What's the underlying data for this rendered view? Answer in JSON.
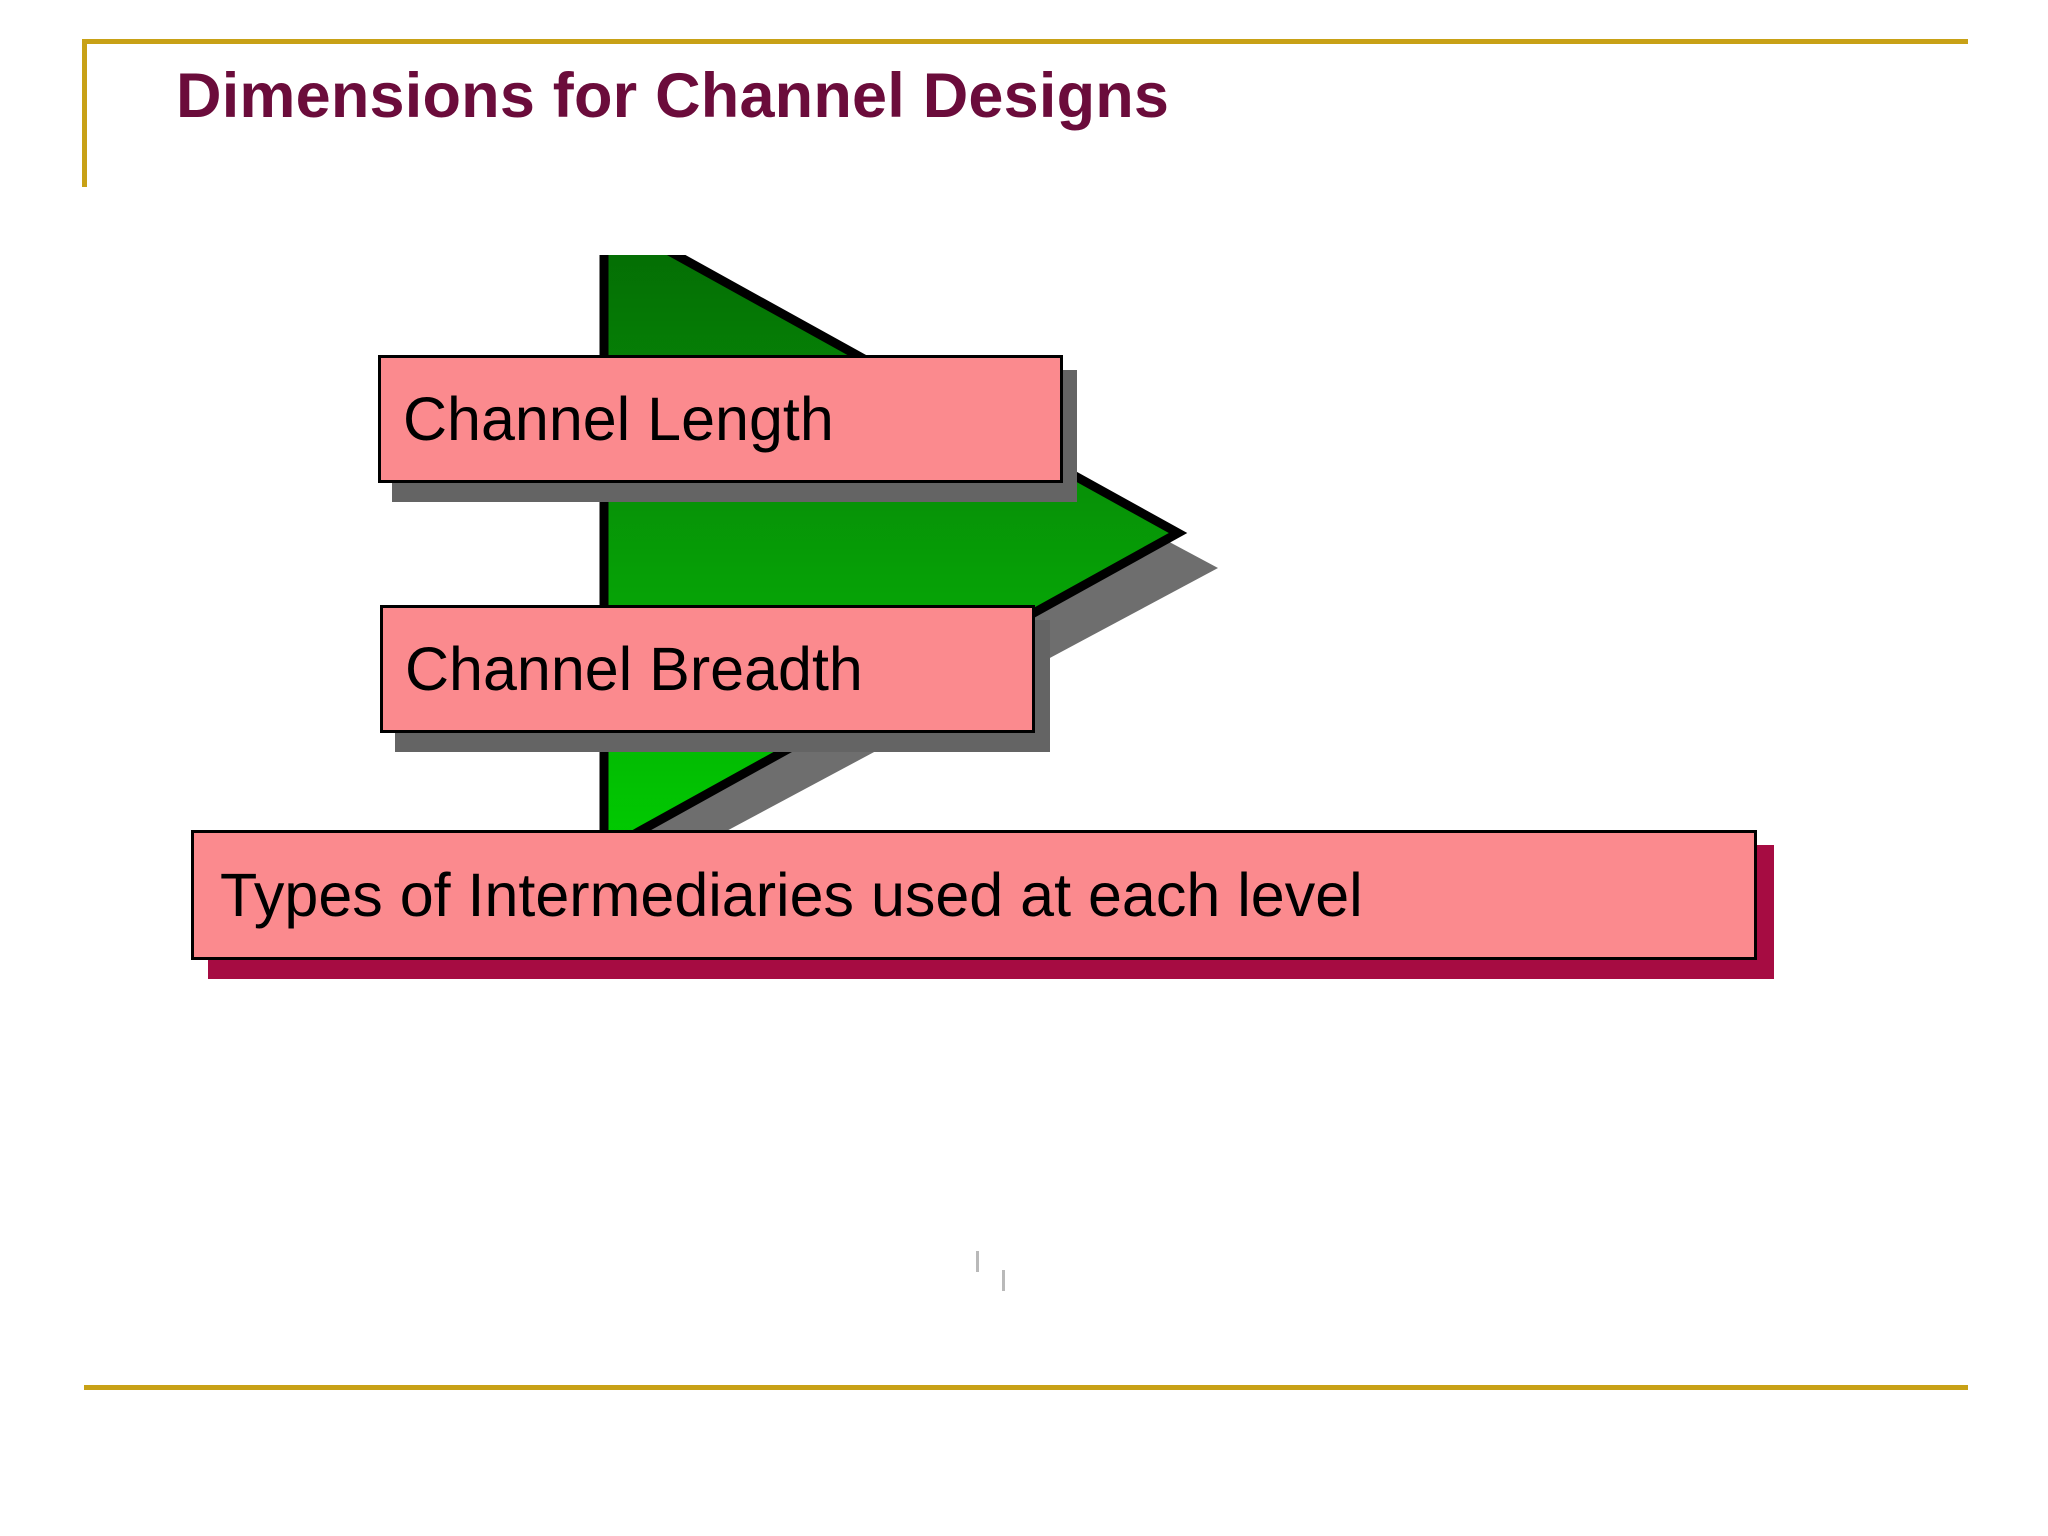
{
  "slide": {
    "title": "Dimensions for Channel Designs",
    "background_color": "#ffffff",
    "title_color": "#6b0c3b",
    "rule_color": "#c8a116"
  },
  "diagram": {
    "type": "right-pointing-arrow with three labelled callout bars",
    "arrow": {
      "name": "green-right-arrow",
      "fill_top_color": "#067806",
      "fill_bottom_color": "#00c400",
      "outline_color": "#000000",
      "shadow_color": "#6e6e6e"
    },
    "callouts": [
      {
        "id": "channel-length",
        "label": "Channel Length",
        "fill_color": "#fb8a8e",
        "border_color": "#000000",
        "shadow_color": "#646464"
      },
      {
        "id": "channel-breadth",
        "label": "Channel Breadth",
        "fill_color": "#fb8a8e",
        "border_color": "#000000",
        "shadow_color": "#646464"
      },
      {
        "id": "types-of-intermediaries",
        "label": "Types of Intermediaries used at each level",
        "fill_color": "#fb8a8e",
        "border_color": "#000000",
        "shadow_color": "#a60c42"
      }
    ]
  }
}
